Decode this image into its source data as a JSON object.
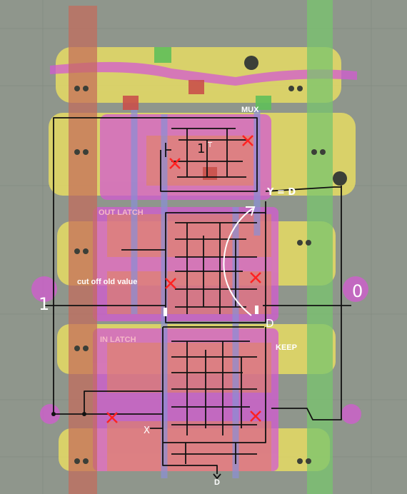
{
  "labels": {
    "mux": "MUX",
    "out_latch": "OUT LATCH",
    "cut_off": "cut off old value",
    "in_latch": "IN LATCH",
    "keep": "KEEP",
    "y_equals_d": "Y = D",
    "d_bottom": "D",
    "d_mid": "D",
    "input_one": "1",
    "input_zero": "0",
    "mux_one": "1",
    "mux_t": "T",
    "x_mark": "X"
  },
  "colors": {
    "background": "#8f968c",
    "metal_yellow": "#e6dc64",
    "poly_magenta": "#d35ad2",
    "red_column": "#c46a5a",
    "green_column": "#78c46e",
    "wire": "#111111",
    "annotation_white": "#ffffff",
    "cut_mark": "#ff2222"
  }
}
